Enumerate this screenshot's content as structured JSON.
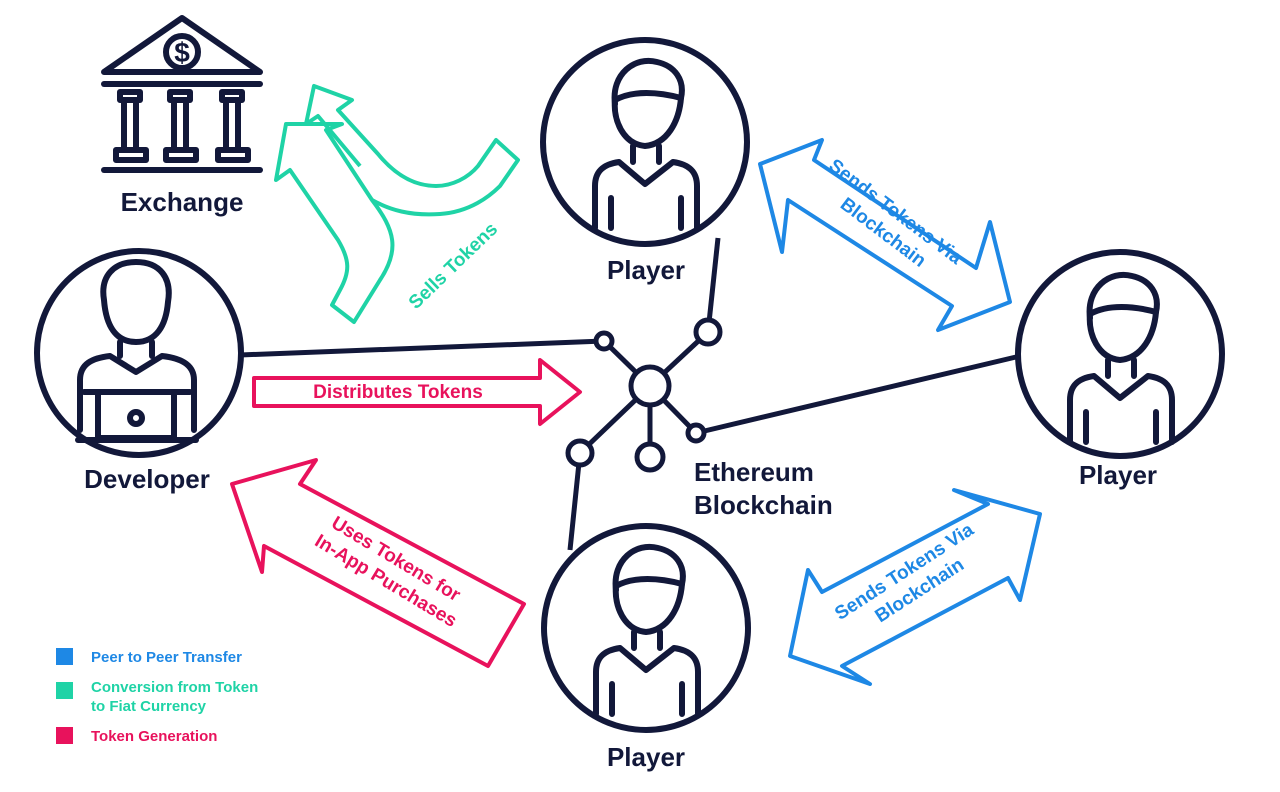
{
  "colors": {
    "dark": "#12183a",
    "peer": "#1e88e5",
    "conversion": "#1fd3a6",
    "generation": "#e8125c"
  },
  "nodes": {
    "exchange": "Exchange",
    "developer": "Developer",
    "player_top": "Player",
    "player_right": "Player",
    "player_bottom": "Player",
    "blockchain_line1": "Ethereum",
    "blockchain_line2": "Blockchain"
  },
  "arrows": {
    "sells": "Sells Tokens",
    "distributes": "Distributes Tokens",
    "uses_line1": "Uses Tokens for",
    "uses_line2": "In-App Purchases",
    "sends_top_line1": "Sends Tokens Via",
    "sends_top_line2": "Blockchain",
    "sends_bottom_line1": "Sends Tokens Via",
    "sends_bottom_line2": "Blockchain"
  },
  "icons": {
    "exchange": "bank-dollar-icon",
    "developer": "person-laptop-icon",
    "player": "person-icon",
    "blockchain": "network-hub-icon"
  },
  "legend": {
    "peer": "Peer to Peer Transfer",
    "conversion_line1": "Conversion from Token",
    "conversion_line2": "to Fiat Currency",
    "generation": "Token Generation"
  }
}
